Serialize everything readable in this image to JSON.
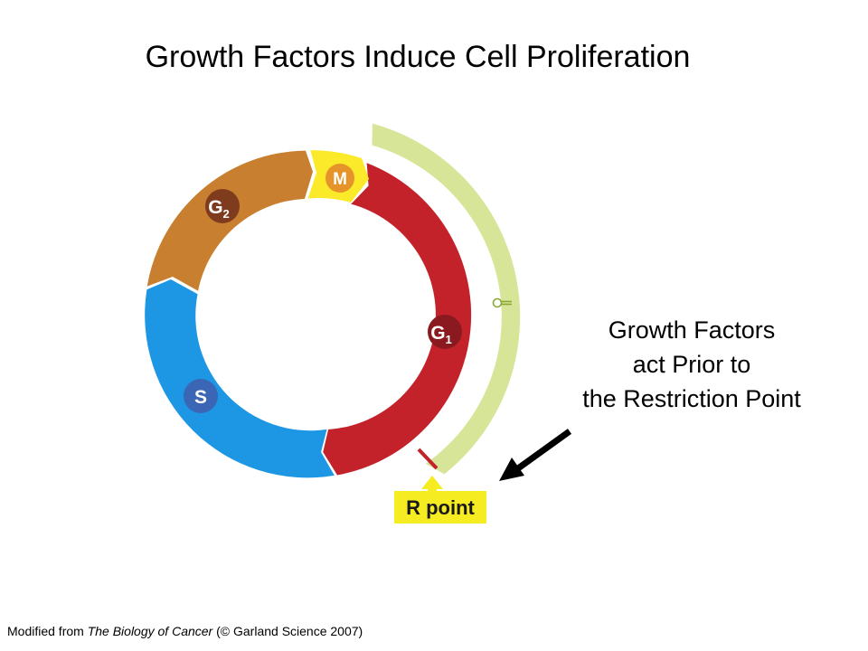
{
  "title": "Growth Factors Induce Cell Proliferation",
  "phases": {
    "m": "M",
    "g1": {
      "letter": "G",
      "sub": "1"
    },
    "s": "S",
    "g2": {
      "letter": "G",
      "sub": "2"
    }
  },
  "r_point_label": "R point",
  "annotation": {
    "line1": "Growth Factors",
    "line2": "act Prior to",
    "line3": "the Restriction Point"
  },
  "footer": {
    "prefix": "Modified from ",
    "book": "The Biology of Cancer",
    "suffix": " (© Garland Science 2007)"
  },
  "colors": {
    "g1_phase": "#c3222b",
    "g1_badge": "#8a1a1f",
    "s_phase": "#1d97e4",
    "s_badge": "#3b66b5",
    "g2_phase": "#c87f2f",
    "g2_badge": "#7f3b1d",
    "m_phase": "#fbea2a",
    "m_badge": "#e6932a",
    "growth_factor_arc": "#d6e597",
    "r_point_box": "#f6ec22",
    "arrow": "#000000"
  }
}
